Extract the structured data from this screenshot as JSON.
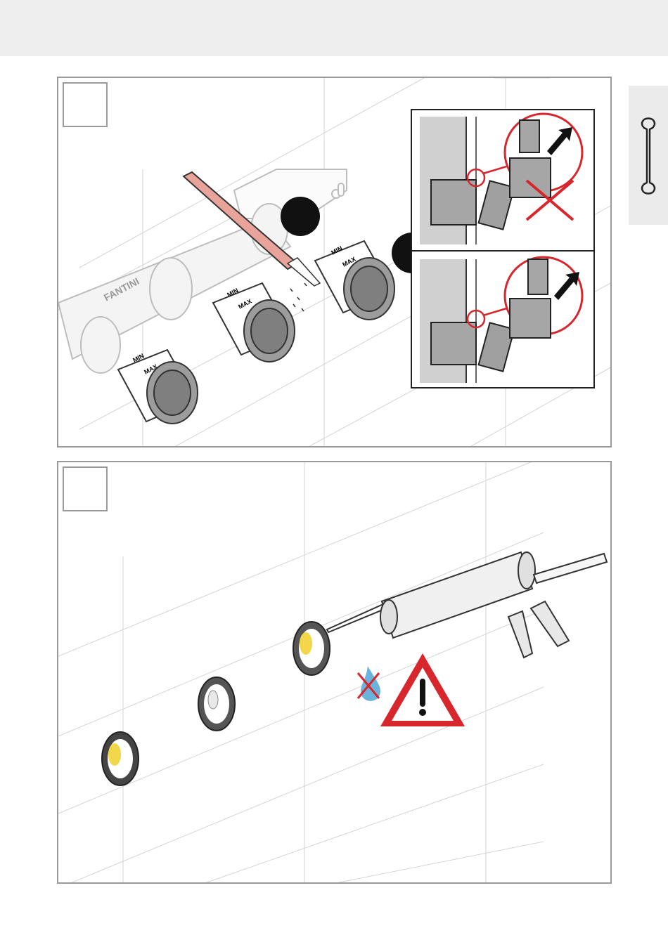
{
  "header": {
    "background": "#eeeeee"
  },
  "side_tab": {
    "icon": "wrench-icon"
  },
  "step1": {
    "step_number": "",
    "pipe_brand": "FANTINI",
    "cap_labels": {
      "min": "MIN",
      "max": "MAX"
    },
    "callout": "cut-flush-detail",
    "detail_wrong_icon": "cross-mark-icon",
    "colors": {
      "knife_blade": "#e8a39a",
      "callout": "#d7262c"
    }
  },
  "step2": {
    "step_number": "",
    "warning_icon": "warning-triangle-icon",
    "no_water_icon": "no-water-icon",
    "tool_icon": "silicone-gun-icon",
    "colors": {
      "seal": "#f2d74a",
      "warning": "#d7262c",
      "drop": "#6ab4dc"
    }
  }
}
